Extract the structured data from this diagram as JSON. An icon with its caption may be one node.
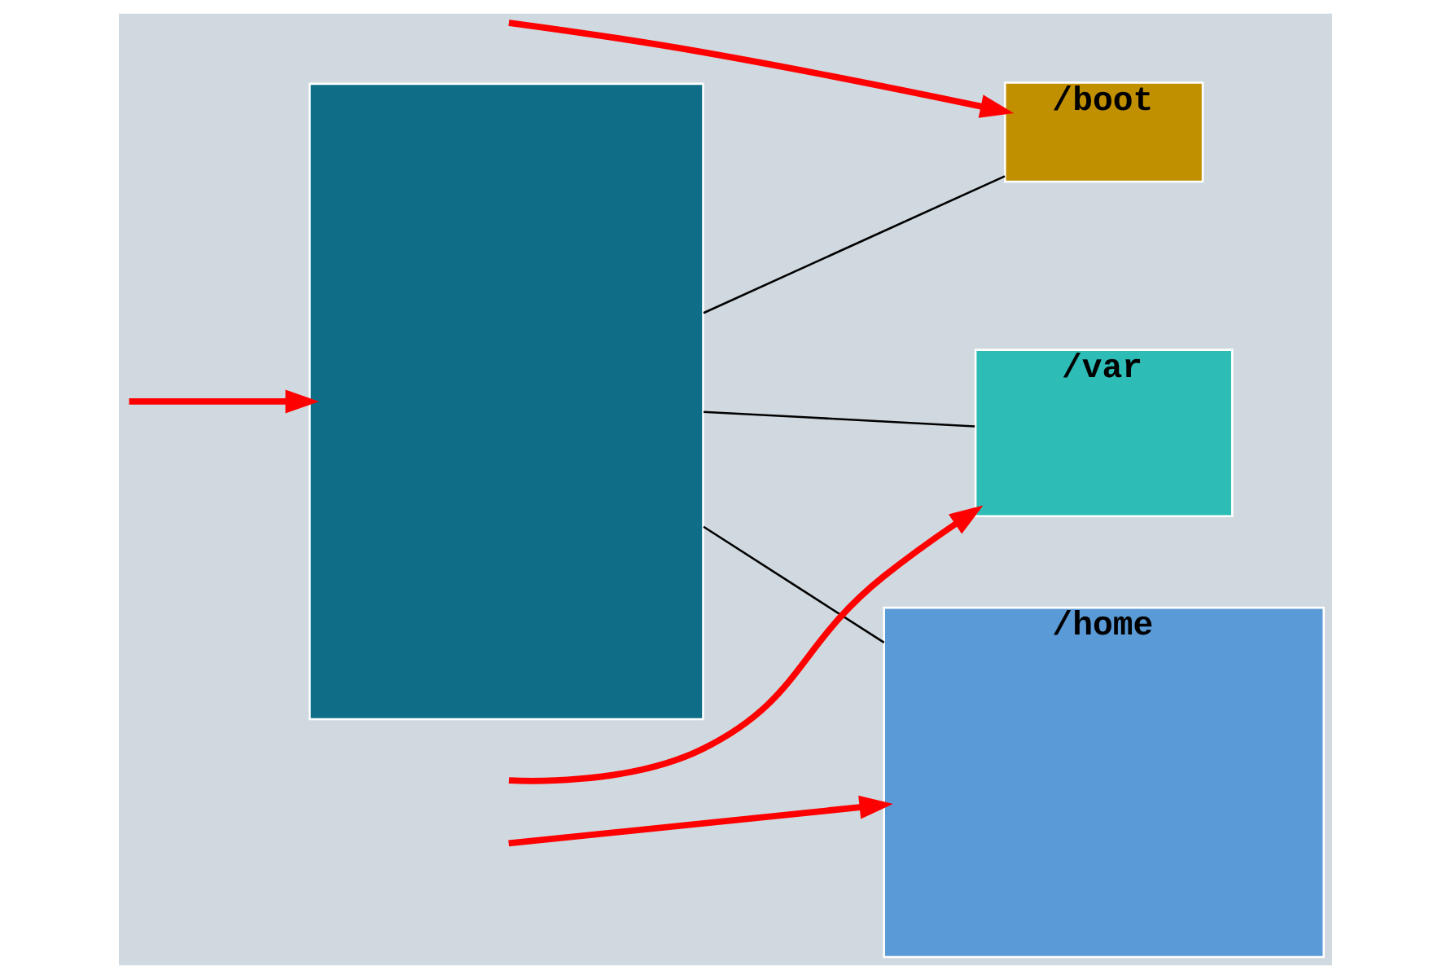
{
  "diagram": {
    "nodes": [
      {
        "text": [],
        "shape": "box"
      },
      {
        "text": [
          "/boot"
        ]
      },
      {
        "text": [
          "/var"
        ]
      },
      {
        "text": [
          "/home"
        ]
      }
    ],
    "edges": [
      {
        "from": 0,
        "to": 1,
        "arrow": "none",
        "color": "#000000"
      },
      {
        "from": 0,
        "to": 2,
        "arrow": "none",
        "color": "#000000"
      },
      {
        "from": 0,
        "to": 3,
        "arrow": "none",
        "color": "#000000"
      },
      {
        "from": null,
        "to": 1,
        "arrow": "to",
        "color": "#ff0000"
      },
      {
        "from": null,
        "to": 0,
        "arrow": "to",
        "color": "#ff0000"
      },
      {
        "from": null,
        "to": 2,
        "arrow": "to",
        "color": "#ff0000"
      },
      {
        "from": null,
        "to": 3,
        "arrow": "to",
        "color": "#ff0000"
      }
    ]
  }
}
